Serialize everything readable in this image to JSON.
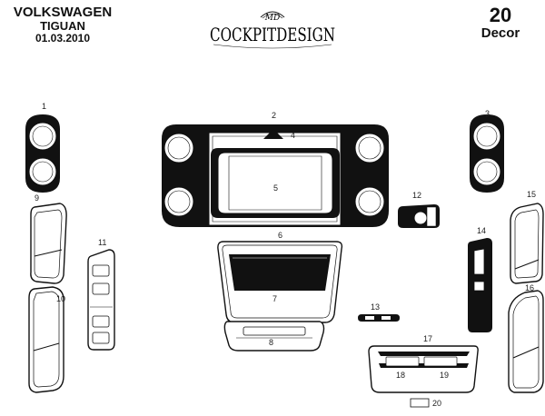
{
  "header": {
    "make": "VOLKSWAGEN",
    "model": "TIGUAN",
    "date": "01.03.2010",
    "kit_number": "20",
    "kit_type": "Decor"
  },
  "brand": {
    "logo_text": "COCKPITDESIGN",
    "monogram": "MD"
  },
  "part_numbers": [
    "1",
    "2",
    "3",
    "4",
    "5",
    "6",
    "7",
    "8",
    "9",
    "10",
    "11",
    "12",
    "13",
    "14",
    "15",
    "16",
    "17",
    "18",
    "19",
    "20"
  ],
  "colors": {
    "ink": "#111111",
    "paper": "#ffffff",
    "trim_fill": "#1a1a1a"
  }
}
